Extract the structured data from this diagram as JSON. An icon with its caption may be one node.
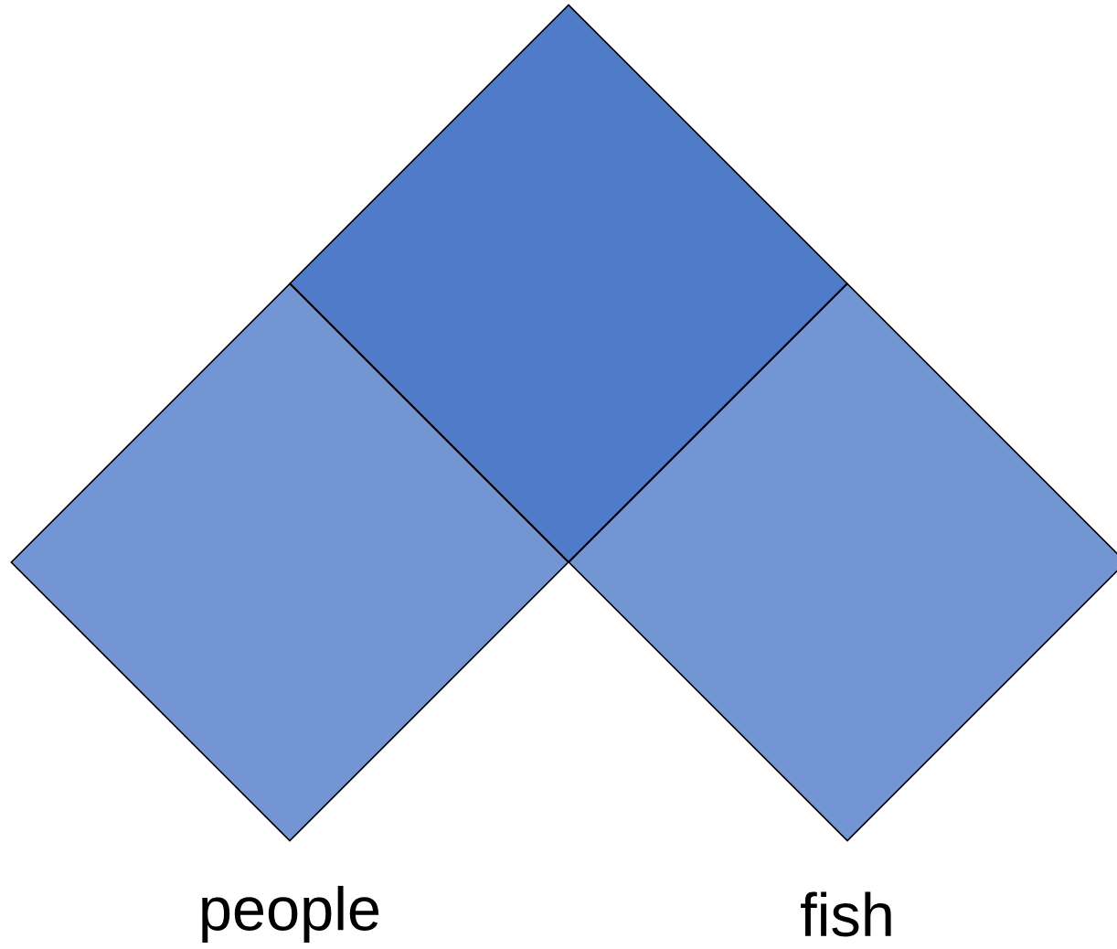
{
  "diagram": {
    "nodes": [
      {
        "text": [],
        "shape": "diamond"
      },
      {
        "text": [
          "people"
        ]
      },
      {
        "text": [
          "fish"
        ]
      }
    ]
  }
}
